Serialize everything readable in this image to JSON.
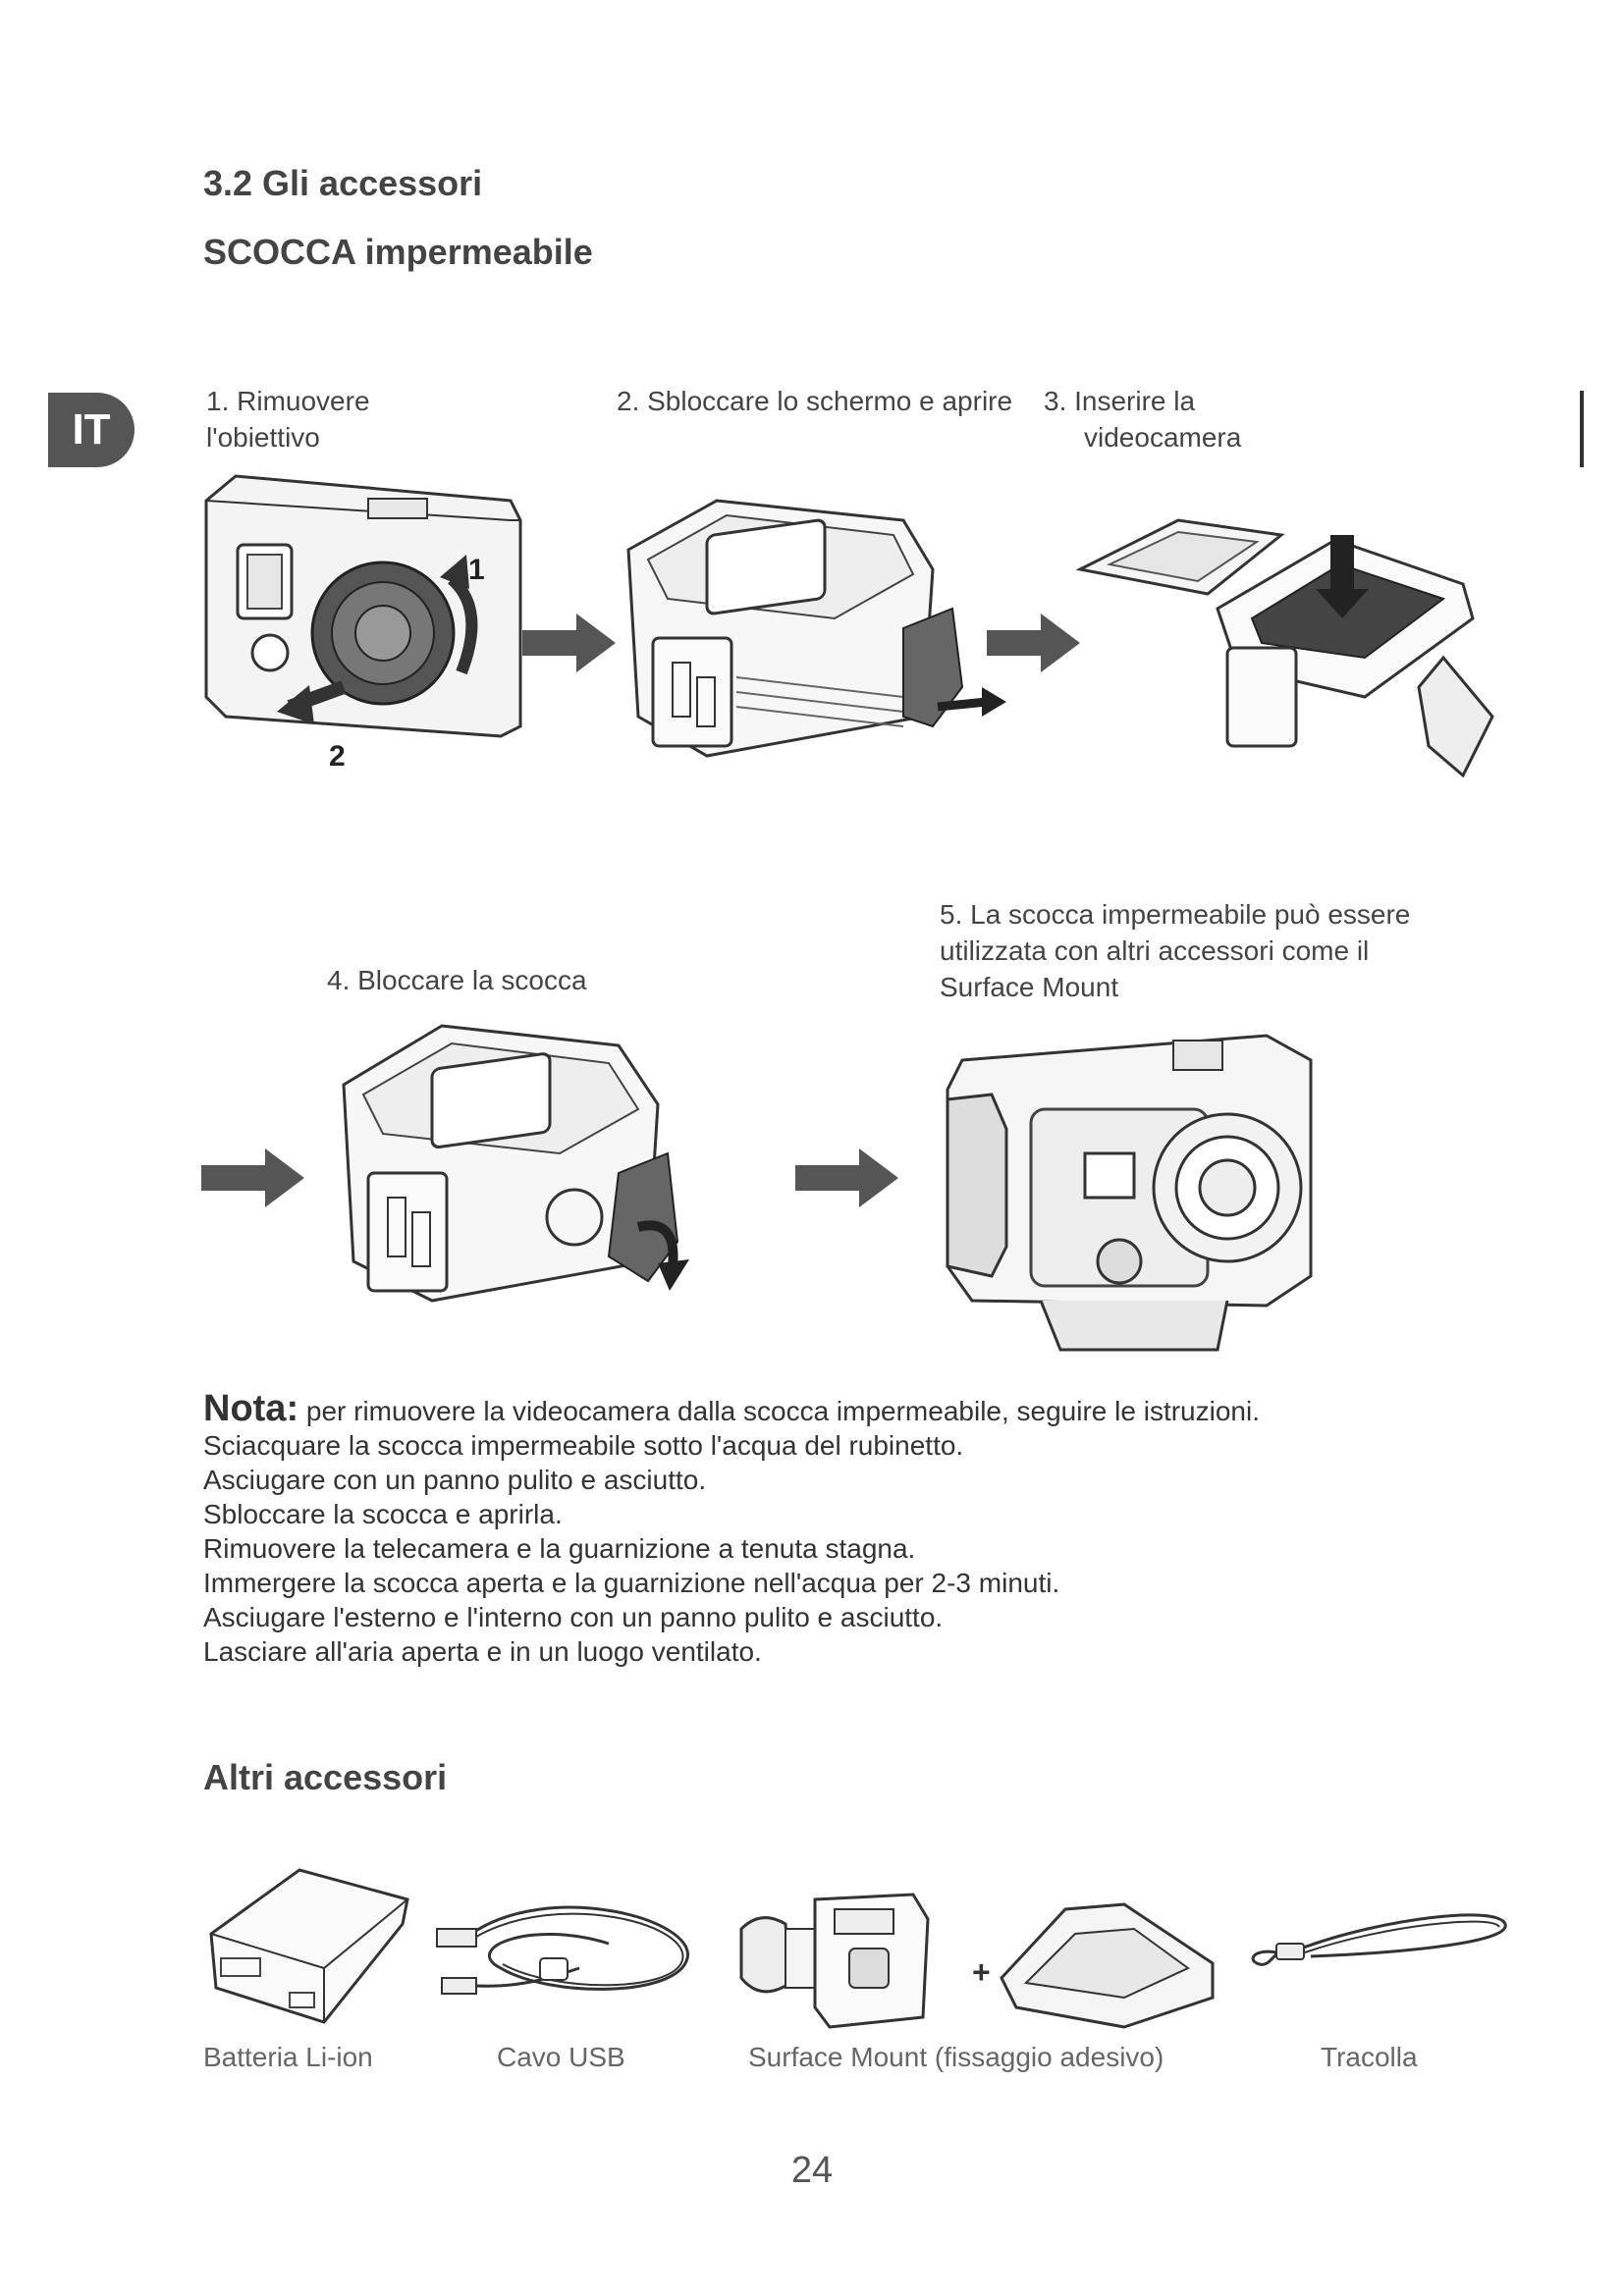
{
  "lang_tab": "IT",
  "section_title": "3.2 Gli accessori",
  "subsection_title": "SCOCCA impermeabile",
  "steps": {
    "step1": [
      "1. Rimuovere",
      "l'obiettivo"
    ],
    "step2": "2. Sbloccare lo schermo e aprire",
    "step3": [
      "3. Inserire la",
      "videocamera"
    ],
    "step4": "4. Bloccare la scocca",
    "step5": [
      "5. La scocca impermeabile può essere",
      "utilizzata con altri accessori come il",
      "Surface Mount"
    ]
  },
  "callouts": {
    "c1": "1",
    "c2": "2"
  },
  "note": {
    "label": "Nota:",
    "first_line": " per rimuovere la videocamera dalla scocca impermeabile, seguire le istruzioni.",
    "lines": [
      "Sciacquare la scocca impermeabile sotto l'acqua del rubinetto.",
      "Asciugare con un panno pulito e asciutto.",
      "Sbloccare la scocca e aprirla.",
      "Rimuovere la telecamera e la guarnizione a tenuta stagna.",
      "Immergere la scocca aperta e la guarnizione nell'acqua per 2-3 minuti.",
      "Asciugare l'esterno e l'interno con un panno pulito e asciutto.",
      "Lasciare all'aria aperta e in un luogo ventilato."
    ]
  },
  "other_title": "Altri accessori",
  "accessories": [
    "Batteria Li-ion",
    "Cavo USB",
    "Surface Mount (fissaggio adesivo)",
    "Tracolla"
  ],
  "plus_sign": "+",
  "page_number": "24"
}
